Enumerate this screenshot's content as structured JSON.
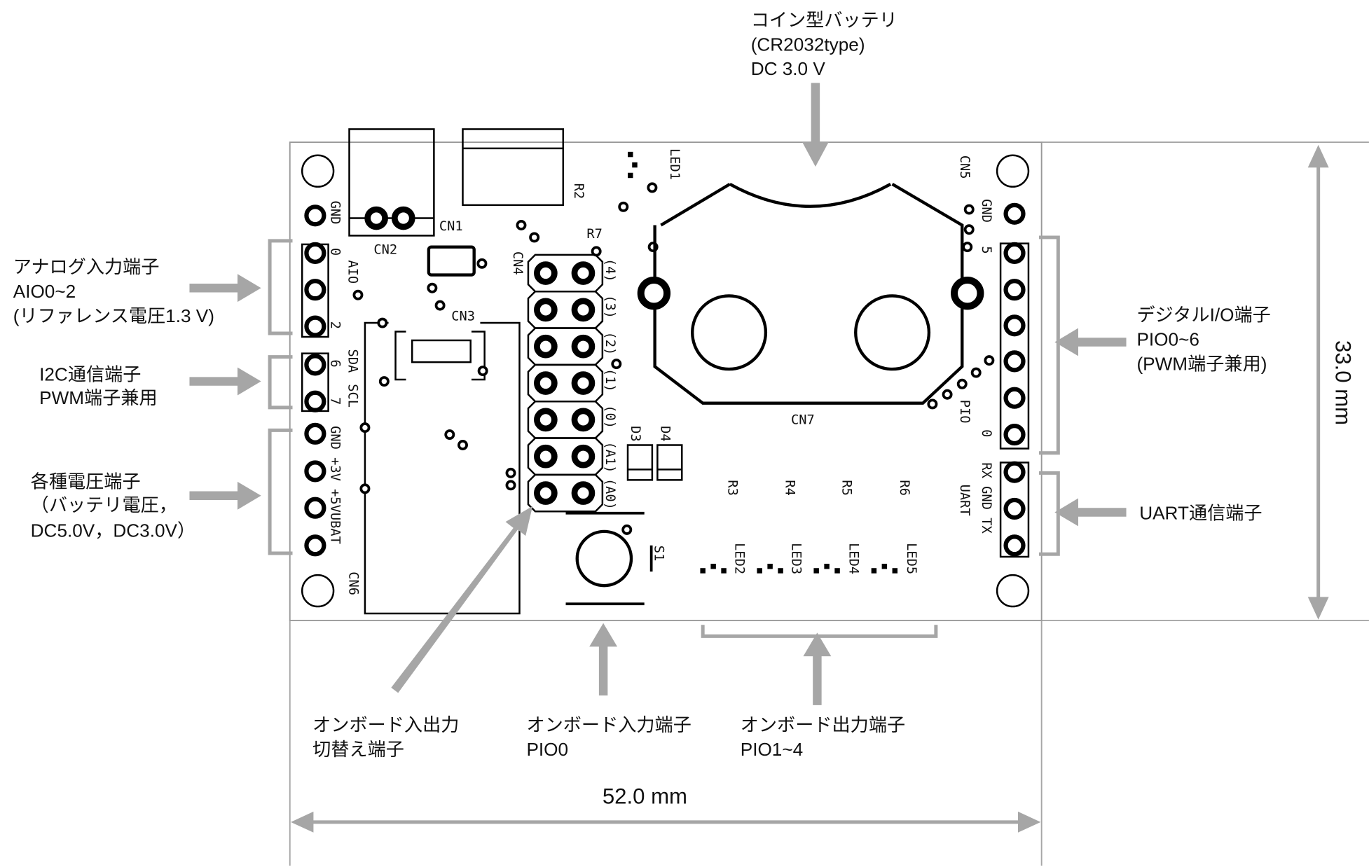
{
  "battery": {
    "title": "コイン型バッテリ",
    "type": "(CR2032type)",
    "voltage": "DC 3.0 V"
  },
  "left": {
    "analog": [
      "アナログ入力端子",
      "AIO0~2",
      "(リファレンス電圧1.3 V)"
    ],
    "i2c": [
      "I2C通信端子",
      "PWM端子兼用"
    ],
    "power": [
      "各種電圧端子",
      "（バッテリ電圧，",
      "DC5.0V，DC3.0V）"
    ]
  },
  "right": {
    "digital": [
      "デジタルI/O端子",
      "PIO0~6",
      "(PWM端子兼用)"
    ],
    "uart": [
      "UART通信端子"
    ]
  },
  "bottom": {
    "switch": [
      "オンボード入出力",
      "切替え端子"
    ],
    "input": [
      "オンボード入力端子",
      "PIO0"
    ],
    "output": [
      "オンボード出力端子",
      "PIO1~4"
    ]
  },
  "dimensions": {
    "height": "33.0 mm",
    "width": "52.0 mm"
  },
  "silk": {
    "cn1": "CN1",
    "cn2": "CN2",
    "cn3": "CN3",
    "cn4": "CN4",
    "cn5": "CN5",
    "cn6": "CN6",
    "cn7": "CN7",
    "r2": "R2",
    "r7": "R7",
    "r3": "R3",
    "r4": "R4",
    "r5": "R5",
    "r6": "R6",
    "led1": "LED1",
    "led2": "LED2",
    "led3": "LED3",
    "led4": "LED4",
    "led5": "LED5",
    "d3": "D3",
    "d4": "D4",
    "s1": "S1",
    "left_gnd": "GND",
    "aio": "AIO",
    "aio0": "0",
    "aio2": "2",
    "sda": "SDA",
    "scl": "SCL",
    "p6": "6",
    "p7": "7",
    "power_labels": "GND +3V +5VUBAT",
    "right_gnd": "GND",
    "pio": "PIO",
    "pio5": "5",
    "pio0": "0",
    "uart_pins": "RX GND TX",
    "uart": "UART",
    "cn4_pins": [
      "(4)",
      "(3)",
      "(2)",
      "(1)",
      "(0)",
      "(A1)",
      "(A0)"
    ]
  }
}
